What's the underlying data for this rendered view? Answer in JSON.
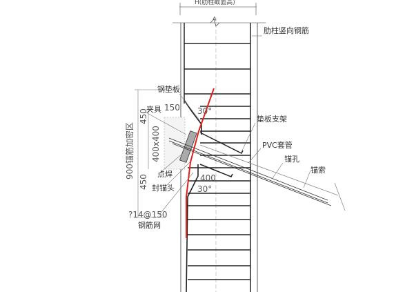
{
  "labels": {
    "top_dim": "H(肋柱截面高)",
    "rib_rebar": "肋柱竖向钢筋",
    "steel_plate": "钢垫板",
    "clamp": "夹具",
    "dim_150": "150",
    "angle_top": "30°",
    "plate_support": "垫板支架",
    "pvc_sleeve": "PVC套管",
    "anchor_hole": "锚孔",
    "anchor_cable": "锚索",
    "dim_400x400": "400x400",
    "spot_weld": "点焊",
    "anchor_seal": "封锚头",
    "dim_400": "400",
    "angle_bottom": "30°",
    "rebar_mesh_spec": "?14@150",
    "rebar_mesh": "钢筋网",
    "zone": "900锚筋加密区",
    "dim_450_top": "450",
    "dim_450_bottom": "450",
    "section_mark": "A"
  },
  "colors": {
    "line": "#222222",
    "rebar": "#e0201a",
    "dim": "#777777"
  }
}
